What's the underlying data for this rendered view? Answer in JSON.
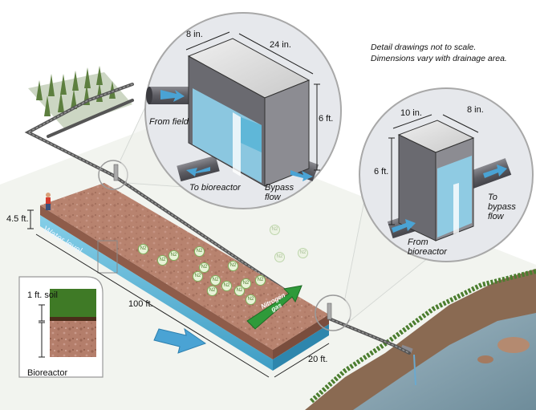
{
  "notes": {
    "line1": "Detail drawings not to scale.",
    "line2": "Dimensions vary with drainage area."
  },
  "control_structure_1": {
    "width": "8 in.",
    "length": "24 in.",
    "height": "6 ft.",
    "from_field": "From field",
    "to_bioreactor": "To bioreactor",
    "bypass_flow": [
      "Bypass",
      "flow"
    ]
  },
  "control_structure_2": {
    "width": "10 in.",
    "length": "8 in.",
    "height": "6 ft.",
    "from_bioreactor": [
      "From",
      "bioreactor"
    ],
    "to_bypass_flow": [
      "To",
      "bypass",
      "flow"
    ]
  },
  "bioreactor": {
    "depth": "4.5 ft.",
    "water_level": "Water level",
    "length": "100 ft.",
    "width": "20 ft.",
    "nitrogen_gas": [
      "Nitrogen",
      "gas"
    ],
    "n2_symbol": "N2"
  },
  "inset": {
    "soil": "1 ft. soil",
    "bioreactor": "Bioreactor"
  },
  "colors": {
    "water": "#5fb7d8",
    "woodchips": "#b07a66",
    "arrow_blue": "#4aa3d4",
    "gas_arrow": "#2f9a3a",
    "pipe": "#6e6e72"
  }
}
